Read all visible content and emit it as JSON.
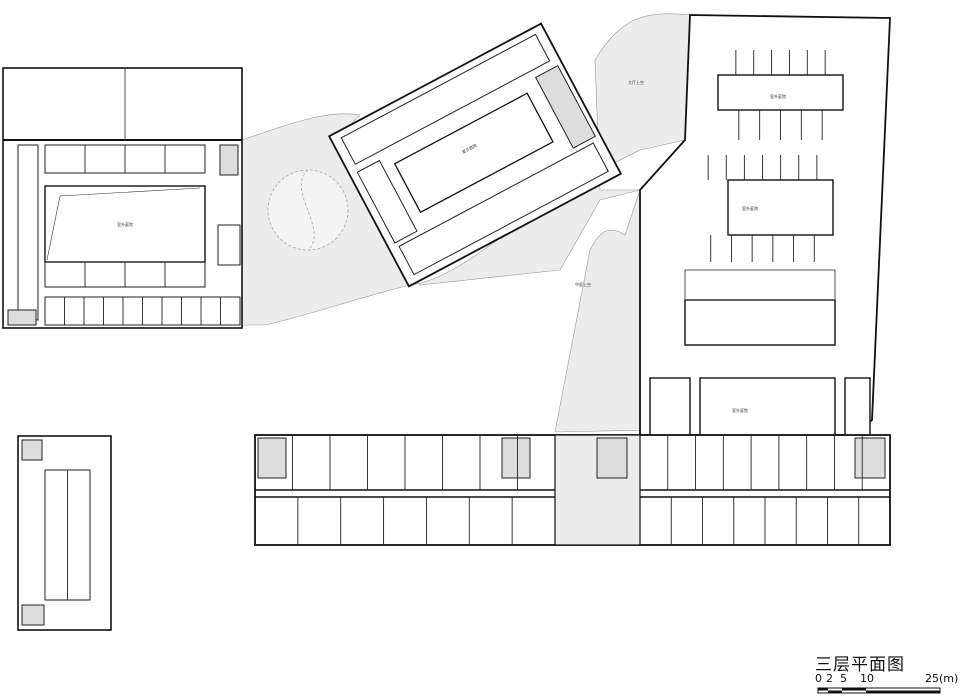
{
  "plan": {
    "title": "三层平面图",
    "scale_ticks": [
      "0",
      "2",
      "5",
      "10",
      "25(m)"
    ],
    "labels": {
      "courtyard_left": "室外庭院",
      "courtyard_center": "室外庭院",
      "courtyard_right_top": "室外庭院",
      "courtyard_right_mid": "室外庭院",
      "courtyard_right_low": "室外庭院",
      "hall_void": "大厅上空",
      "atrium_void": "中庭上空"
    }
  }
}
